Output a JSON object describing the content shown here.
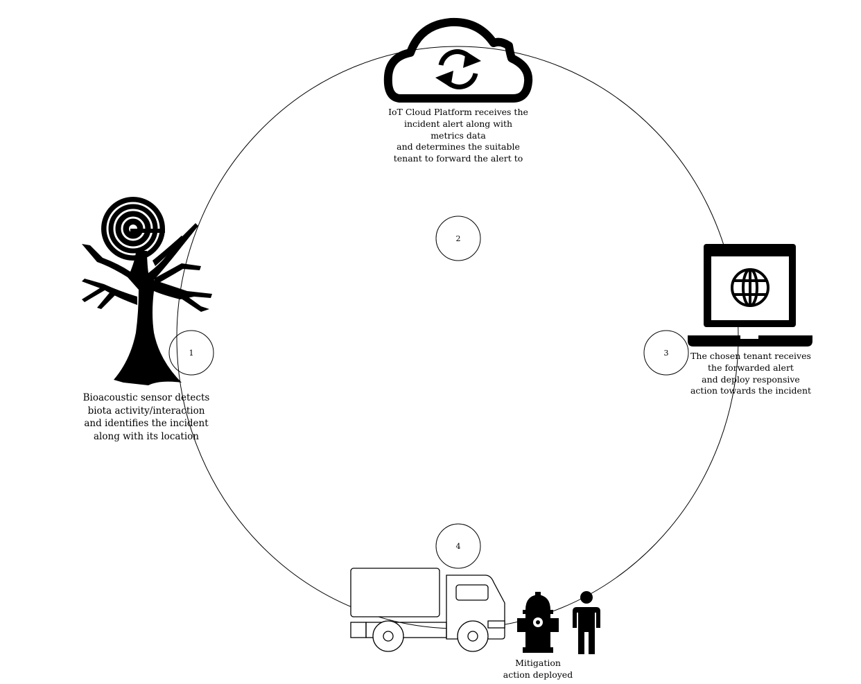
{
  "steps": [
    {
      "number": "1",
      "lines": [
        "Bioacoustic sensor detects",
        "biota activity/interaction",
        "and identifies the incident",
        "along with its location"
      ],
      "icon": "tree-with-sensor-icon"
    },
    {
      "number": "2",
      "lines": [
        "IoT Cloud Platform receives the",
        "incident alert along with",
        "metrics data",
        "and determines the suitable",
        "tenant to forward the alert to"
      ],
      "icon": "cloud-sync-icon"
    },
    {
      "number": "3",
      "lines": [
        "The chosen tenant receives",
        "the forwarded alert",
        "and deploy responsive",
        "action towards the incident"
      ],
      "icon": "laptop-globe-icon"
    },
    {
      "number": "4",
      "lines": [
        "Mitigation",
        "action deployed"
      ],
      "icon": "truck-icon"
    }
  ],
  "extra_icons": [
    "fire-hydrant-icon",
    "person-icon"
  ],
  "colors": {
    "stroke": "#000000",
    "background": "#ffffff"
  }
}
